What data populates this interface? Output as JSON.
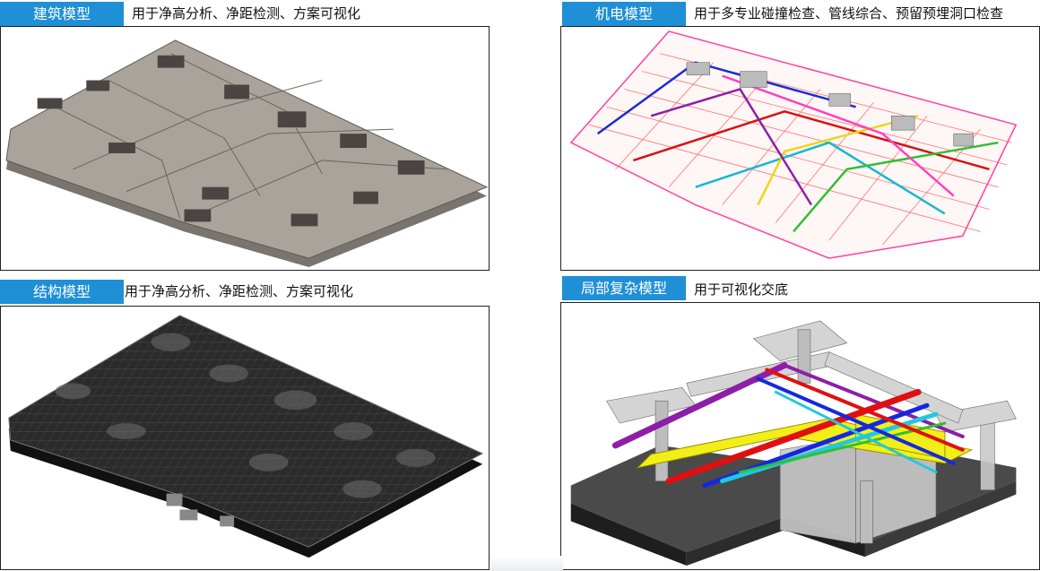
{
  "panels": [
    {
      "id": "architecture",
      "tag": "建筑模型",
      "desc": "用于净高分析、净距检测、方案可视化"
    },
    {
      "id": "mep",
      "tag": "机电模型",
      "desc": "用于多专业碰撞检查、管线综合、预留预埋洞口检查"
    },
    {
      "id": "structure",
      "tag": "结构模型",
      "desc": "用于净高分析、净距检测、方案可视化"
    },
    {
      "id": "detail",
      "tag": "局部复杂模型",
      "desc": "用于可视化交底"
    }
  ],
  "colors": {
    "tag_bg": "#1f8fd6",
    "tag_text": "#ffffff",
    "arch_slab": "#a8a19a",
    "struct_slab": "#2b2b2b",
    "pipe_red": "#e01010",
    "pipe_blue": "#1428e0",
    "pipe_purple": "#8e1ea8",
    "pipe_cyan": "#20c8e0",
    "tray_yellow": "#f2ef18"
  }
}
